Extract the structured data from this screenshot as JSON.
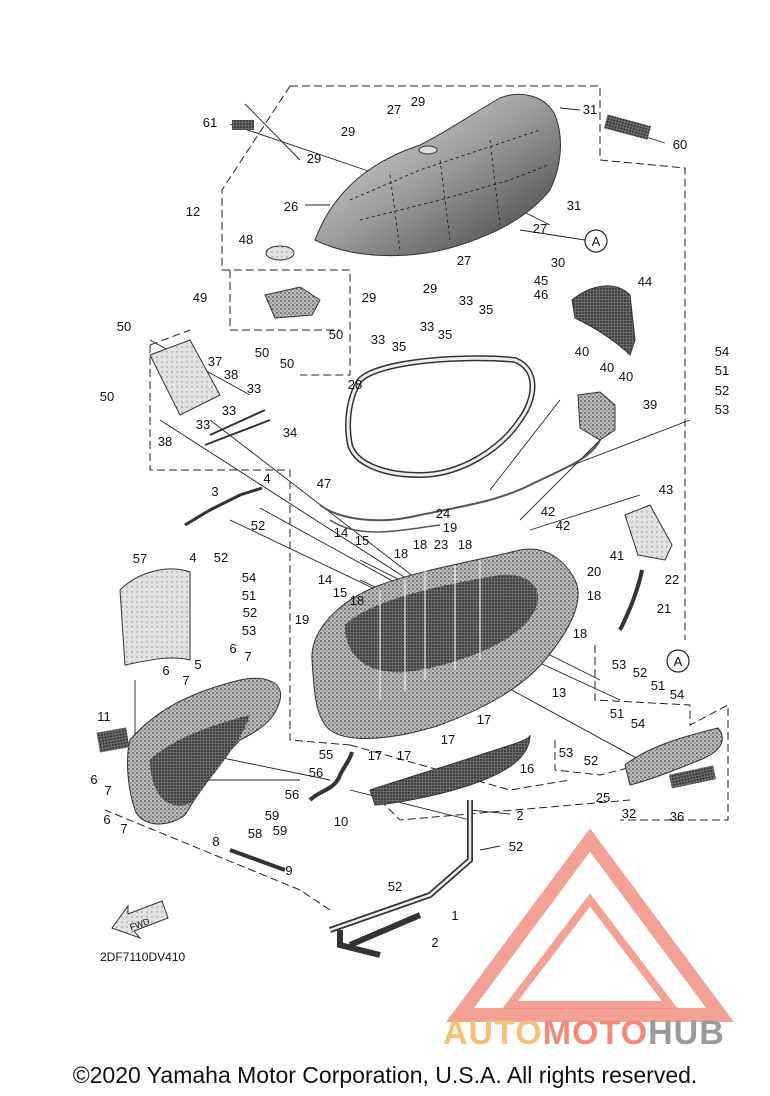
{
  "diagram": {
    "drawing_code": "2DF7110DV410",
    "fwd_label": "FWD",
    "ref_marker": "A",
    "copyright": "©2020 Yamaha Motor Corporation, U.S.A. All rights reserved.",
    "watermark": {
      "part1": "AUTO",
      "part2": "MOTO",
      "part3": "HUB"
    },
    "colors": {
      "line": "#222222",
      "watermark_red": "#f08a7a",
      "watermark_gold": "#f3c27a",
      "watermark_gray": "#9a9a9a"
    }
  },
  "callouts": [
    {
      "id": "c61",
      "text": "61"
    },
    {
      "id": "c27a",
      "text": "27"
    },
    {
      "id": "c29a",
      "text": "29"
    },
    {
      "id": "c31a",
      "text": "31"
    },
    {
      "id": "c60",
      "text": "60"
    },
    {
      "id": "c29b",
      "text": "29"
    },
    {
      "id": "c29c",
      "text": "29"
    },
    {
      "id": "c12",
      "text": "12"
    },
    {
      "id": "c26",
      "text": "26"
    },
    {
      "id": "c31b",
      "text": "31"
    },
    {
      "id": "c27b",
      "text": "27"
    },
    {
      "id": "c48",
      "text": "48"
    },
    {
      "id": "c27c",
      "text": "27"
    },
    {
      "id": "c30",
      "text": "30"
    },
    {
      "id": "c29d",
      "text": "29"
    },
    {
      "id": "c29e",
      "text": "29"
    },
    {
      "id": "c33a",
      "text": "33"
    },
    {
      "id": "c35a",
      "text": "35"
    },
    {
      "id": "c45",
      "text": "45"
    },
    {
      "id": "c46",
      "text": "46"
    },
    {
      "id": "c44",
      "text": "44"
    },
    {
      "id": "c49",
      "text": "49"
    },
    {
      "id": "c50a",
      "text": "50"
    },
    {
      "id": "c50b",
      "text": "50"
    },
    {
      "id": "c33b",
      "text": "33"
    },
    {
      "id": "c35b",
      "text": "35"
    },
    {
      "id": "c33c",
      "text": "33"
    },
    {
      "id": "c35c",
      "text": "35"
    },
    {
      "id": "c50c",
      "text": "50"
    },
    {
      "id": "c50d",
      "text": "50"
    },
    {
      "id": "c54a",
      "text": "54"
    },
    {
      "id": "c40a",
      "text": "40"
    },
    {
      "id": "c40b",
      "text": "40"
    },
    {
      "id": "c40c",
      "text": "40"
    },
    {
      "id": "c51a",
      "text": "51"
    },
    {
      "id": "c52a",
      "text": "52"
    },
    {
      "id": "c53a",
      "text": "53"
    },
    {
      "id": "c37",
      "text": "37"
    },
    {
      "id": "c38a",
      "text": "38"
    },
    {
      "id": "c33d",
      "text": "33"
    },
    {
      "id": "c28",
      "text": "28"
    },
    {
      "id": "c50e",
      "text": "50"
    },
    {
      "id": "c39",
      "text": "39"
    },
    {
      "id": "c33e",
      "text": "33"
    },
    {
      "id": "c33f",
      "text": "33"
    },
    {
      "id": "c34",
      "text": "34"
    },
    {
      "id": "c38b",
      "text": "38"
    },
    {
      "id": "c47",
      "text": "47"
    },
    {
      "id": "c4a",
      "text": "4"
    },
    {
      "id": "c3",
      "text": "3"
    },
    {
      "id": "c43",
      "text": "43"
    },
    {
      "id": "c52b",
      "text": "52"
    },
    {
      "id": "c24",
      "text": "24"
    },
    {
      "id": "c42a",
      "text": "42"
    },
    {
      "id": "c19a",
      "text": "19"
    },
    {
      "id": "c42b",
      "text": "42"
    },
    {
      "id": "c14a",
      "text": "14"
    },
    {
      "id": "c15a",
      "text": "15"
    },
    {
      "id": "c18a",
      "text": "18"
    },
    {
      "id": "c18b",
      "text": "18"
    },
    {
      "id": "c23",
      "text": "23"
    },
    {
      "id": "c18c",
      "text": "18"
    },
    {
      "id": "c41",
      "text": "41"
    },
    {
      "id": "c4b",
      "text": "4"
    },
    {
      "id": "c52c",
      "text": "52"
    },
    {
      "id": "c20",
      "text": "20"
    },
    {
      "id": "c57",
      "text": "57"
    },
    {
      "id": "c14b",
      "text": "14"
    },
    {
      "id": "c22",
      "text": "22"
    },
    {
      "id": "c54b",
      "text": "54"
    },
    {
      "id": "c15b",
      "text": "15"
    },
    {
      "id": "c18d",
      "text": "18"
    },
    {
      "id": "c51b",
      "text": "51"
    },
    {
      "id": "c18e",
      "text": "18"
    },
    {
      "id": "c21",
      "text": "21"
    },
    {
      "id": "c52d",
      "text": "52"
    },
    {
      "id": "c19b",
      "text": "19"
    },
    {
      "id": "c53b",
      "text": "53"
    },
    {
      "id": "c18f",
      "text": "18"
    },
    {
      "id": "c6a",
      "text": "6"
    },
    {
      "id": "c7a",
      "text": "7"
    },
    {
      "id": "c5",
      "text": "5"
    },
    {
      "id": "c7b",
      "text": "7"
    },
    {
      "id": "c6b",
      "text": "6"
    },
    {
      "id": "c53c",
      "text": "53"
    },
    {
      "id": "c52e",
      "text": "52"
    },
    {
      "id": "c51c",
      "text": "51"
    },
    {
      "id": "c54c",
      "text": "54"
    },
    {
      "id": "c13",
      "text": "13"
    },
    {
      "id": "c11",
      "text": "11"
    },
    {
      "id": "c17a",
      "text": "17"
    },
    {
      "id": "c51d",
      "text": "51"
    },
    {
      "id": "c54d",
      "text": "54"
    },
    {
      "id": "c17b",
      "text": "17"
    },
    {
      "id": "c55",
      "text": "55"
    },
    {
      "id": "c53d",
      "text": "53"
    },
    {
      "id": "c52f",
      "text": "52"
    },
    {
      "id": "c6c",
      "text": "6"
    },
    {
      "id": "c7c",
      "text": "7"
    },
    {
      "id": "c56a",
      "text": "56"
    },
    {
      "id": "c17c",
      "text": "17"
    },
    {
      "id": "c17d",
      "text": "17"
    },
    {
      "id": "c16",
      "text": "16"
    },
    {
      "id": "c56b",
      "text": "56"
    },
    {
      "id": "c25",
      "text": "25"
    },
    {
      "id": "c59a",
      "text": "59"
    },
    {
      "id": "c6d",
      "text": "6"
    },
    {
      "id": "c7d",
      "text": "7"
    },
    {
      "id": "c10",
      "text": "10"
    },
    {
      "id": "c59b",
      "text": "59"
    },
    {
      "id": "c32",
      "text": "32"
    },
    {
      "id": "c36",
      "text": "36"
    },
    {
      "id": "c58",
      "text": "58"
    },
    {
      "id": "c2a",
      "text": "2"
    },
    {
      "id": "c8",
      "text": "8"
    },
    {
      "id": "c52g",
      "text": "52"
    },
    {
      "id": "c9",
      "text": "9"
    },
    {
      "id": "c52h",
      "text": "52"
    },
    {
      "id": "c1",
      "text": "1"
    },
    {
      "id": "c2b",
      "text": "2"
    }
  ]
}
